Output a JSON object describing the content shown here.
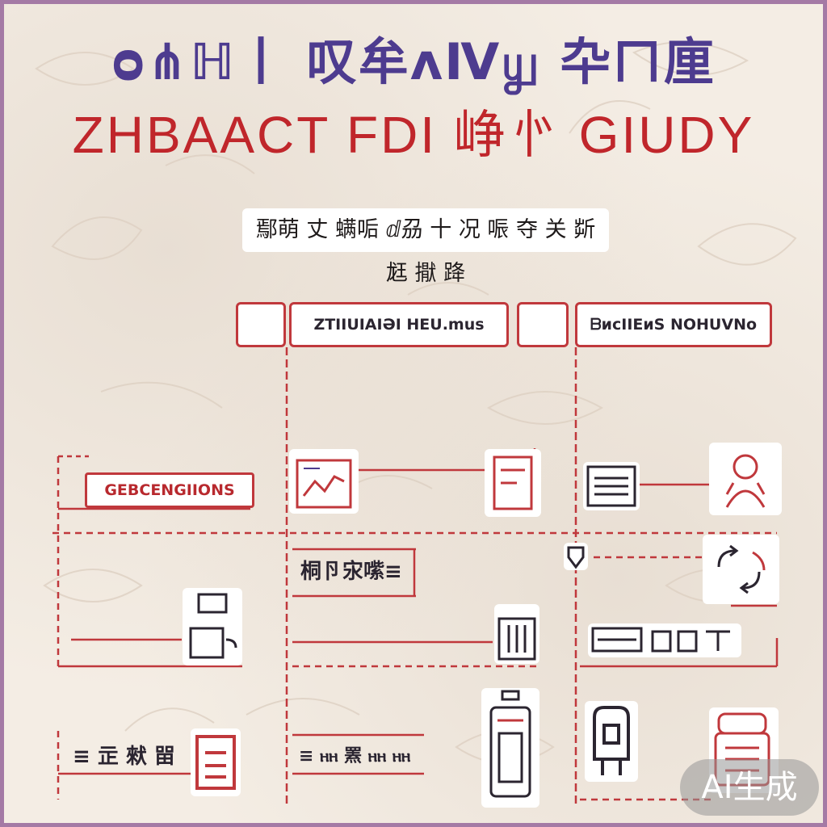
{
  "title_line1": "ᴑ⋔ℍ丨 叹牟ᴧⅣ௶ 卆ㄇ㢆",
  "title_line2": "ZHBAACT FDI 峥㣺 GIUDY",
  "subtitle": "鄢萌 丈 螨㖃 ⅆ刕 十 况 㖘 夺 关 㪿 䶭 㩎 跭",
  "headers": [
    {
      "text": ""
    },
    {
      "text": "ZTIIUIAIƏI HEU.mus"
    },
    {
      "text": ""
    },
    {
      "text": "ᗷᴎᴄIIEᴎS NOHUVNo"
    }
  ],
  "left_label": "GEBCENGIIONS",
  "cells": {
    "row2_mid": "桐卪㲾㗪≡",
    "row4_left": "≡ 㱏 猌 㽞",
    "row4_mid": "≡ ⲏⲏ 罴 ⲏⲏ ⲏⲏ"
  },
  "badge": "AI生成",
  "colors": {
    "title_purple": "#4d3b8f",
    "title_red": "#c0262b",
    "line_red": "#c0383c",
    "frame": "#a47aa5",
    "background": "#f4ede4"
  }
}
